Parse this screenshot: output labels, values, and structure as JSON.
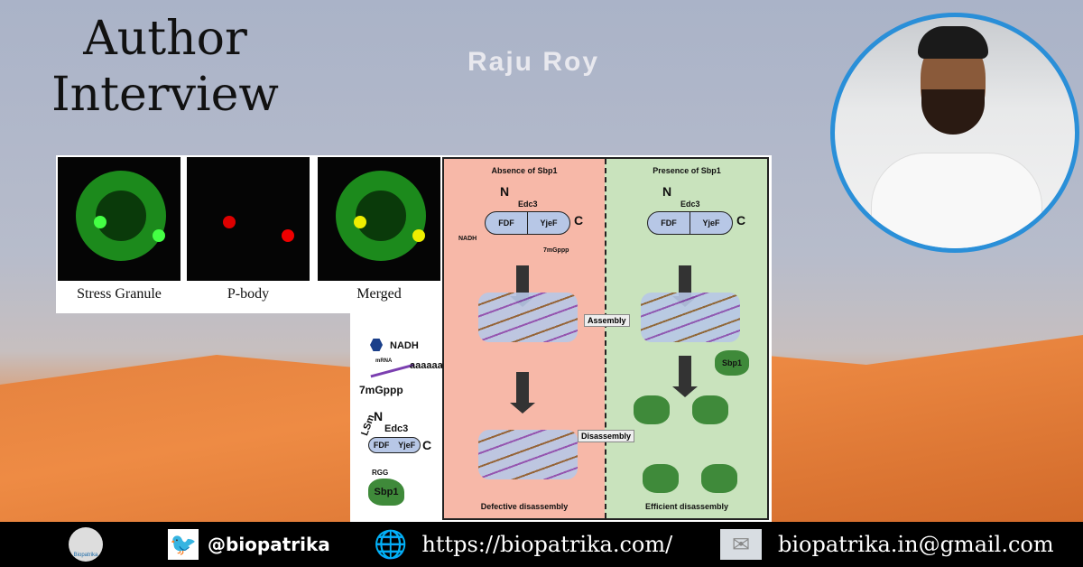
{
  "title_line1": "Author",
  "title_line2": "Interview",
  "author": "Raju Roy",
  "micrographs": [
    {
      "caption": "Stress Granule"
    },
    {
      "caption": "P-body"
    },
    {
      "caption": "Merged"
    }
  ],
  "legend": {
    "nadh": "NADH",
    "mrna": "mRNA",
    "polyA": "aaaaaa",
    "cap": "7mGppp",
    "lsm": "LSm",
    "n": "N",
    "edc3": "Edc3",
    "fdf": "FDF",
    "yjef": "YjeF",
    "c": "C",
    "rgg": "RGG",
    "sbp1": "Sbp1"
  },
  "diagram": {
    "left_title": "Absence of Sbp1",
    "right_title": "Presence of Sbp1",
    "assembly": "Assembly",
    "disassembly": "Disassembly",
    "left_result": "Defective disassembly",
    "right_result": "Efficient disassembly"
  },
  "footer": {
    "twitter": "@biopatrika",
    "website": "https://biopatrika.com/",
    "email": "biopatrika.in@gmail.com",
    "logo_text": "Biopatrika"
  },
  "colors": {
    "footer_bg": "#000000",
    "photo_border": "#2a8fd8",
    "twitter": "#1da1f2"
  }
}
